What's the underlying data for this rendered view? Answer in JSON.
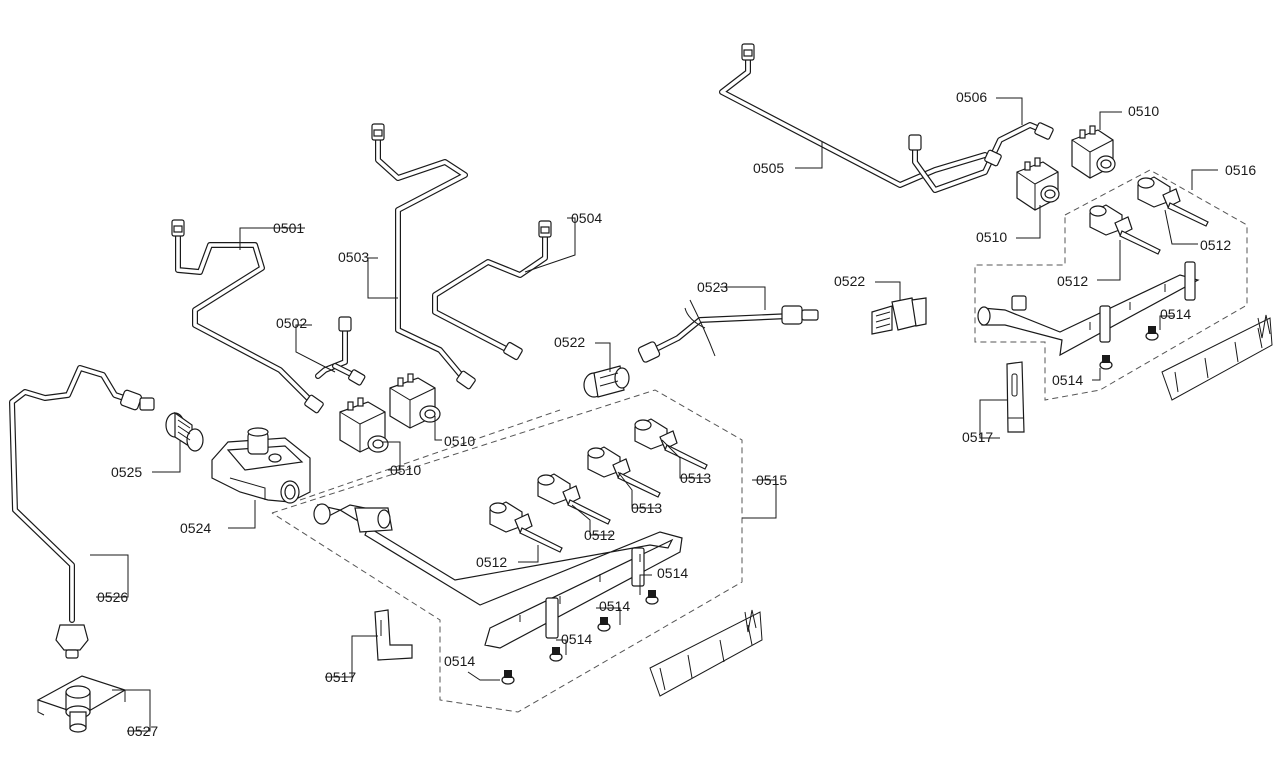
{
  "labels": {
    "p0501": "0501",
    "p0502": "0502",
    "p0503": "0503",
    "p0504": "0504",
    "p0505": "0505",
    "p0506": "0506",
    "p0510_a": "0510",
    "p0510_b": "0510",
    "p0510_c": "0510",
    "p0510_d": "0510",
    "p0512_a": "0512",
    "p0512_b": "0512",
    "p0512_c": "0512",
    "p0512_d": "0512",
    "p0513_a": "0513",
    "p0513_b": "0513",
    "p0514_a": "0514",
    "p0514_b": "0514",
    "p0514_c": "0514",
    "p0514_d": "0514",
    "p0514_e": "0514",
    "p0514_f": "0514",
    "p0515": "0515",
    "p0516": "0516",
    "p0517_a": "0517",
    "p0517_b": "0517",
    "p0522_a": "0522",
    "p0522_b": "0522",
    "p0523": "0523",
    "p0524": "0524",
    "p0525": "0525",
    "p0526": "0526",
    "p0527": "0527"
  }
}
